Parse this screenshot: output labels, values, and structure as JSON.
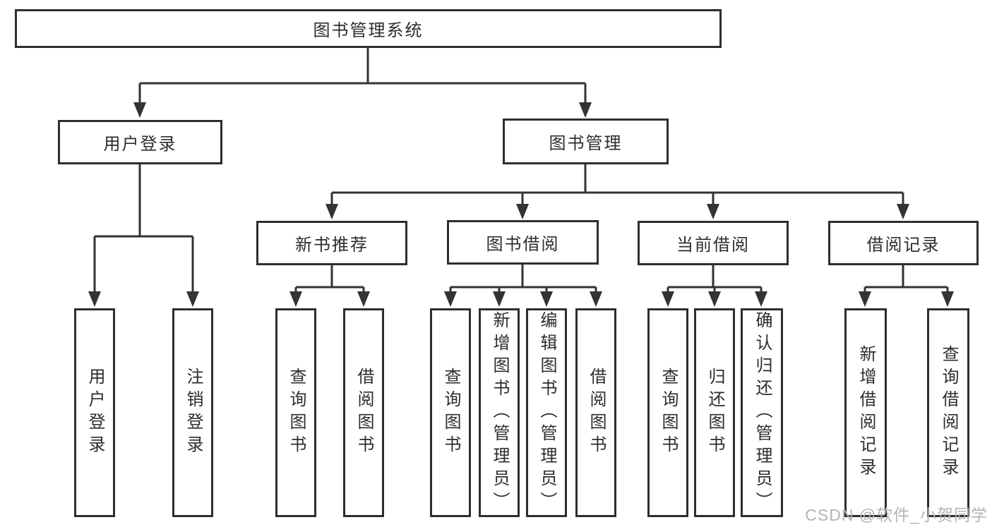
{
  "diagram": {
    "root": {
      "label": "图书管理系统"
    },
    "level2": [
      {
        "id": "user-login",
        "label": "用户登录"
      },
      {
        "id": "book-management",
        "label": "图书管理"
      }
    ],
    "level3": [
      {
        "id": "new-book-recommend",
        "parent": "book-management",
        "label": "新书推荐"
      },
      {
        "id": "book-borrowing",
        "parent": "book-management",
        "label": "图书借阅"
      },
      {
        "id": "current-borrowing",
        "parent": "book-management",
        "label": "当前借阅"
      },
      {
        "id": "borrow-records",
        "parent": "book-management",
        "label": "借阅记录"
      }
    ],
    "leaves": [
      {
        "parent": "user-login",
        "label": "用户登录"
      },
      {
        "parent": "user-login",
        "label": "注销登录"
      },
      {
        "parent": "new-book-recommend",
        "label": "查询图书"
      },
      {
        "parent": "new-book-recommend",
        "label": "借阅图书"
      },
      {
        "parent": "book-borrowing",
        "label": "查询图书"
      },
      {
        "parent": "book-borrowing",
        "label": "新增图书（管理员）"
      },
      {
        "parent": "book-borrowing",
        "label": "编辑图书（管理员）"
      },
      {
        "parent": "book-borrowing",
        "label": "借阅图书"
      },
      {
        "parent": "current-borrowing",
        "label": "查询图书"
      },
      {
        "parent": "current-borrowing",
        "label": "归还图书"
      },
      {
        "parent": "current-borrowing",
        "label": "确认归还（管理员）"
      },
      {
        "parent": "borrow-records",
        "label": "新增借阅记录"
      },
      {
        "parent": "borrow-records",
        "label": "查询借阅记录"
      }
    ]
  },
  "watermark": {
    "text": "CSDN @软件_小贺同学"
  },
  "colors": {
    "line": "#333333",
    "box_border": "#2e2e2e",
    "text": "#2d2d2d",
    "watermark": "#b4b4b4",
    "background": "#ffffff"
  }
}
